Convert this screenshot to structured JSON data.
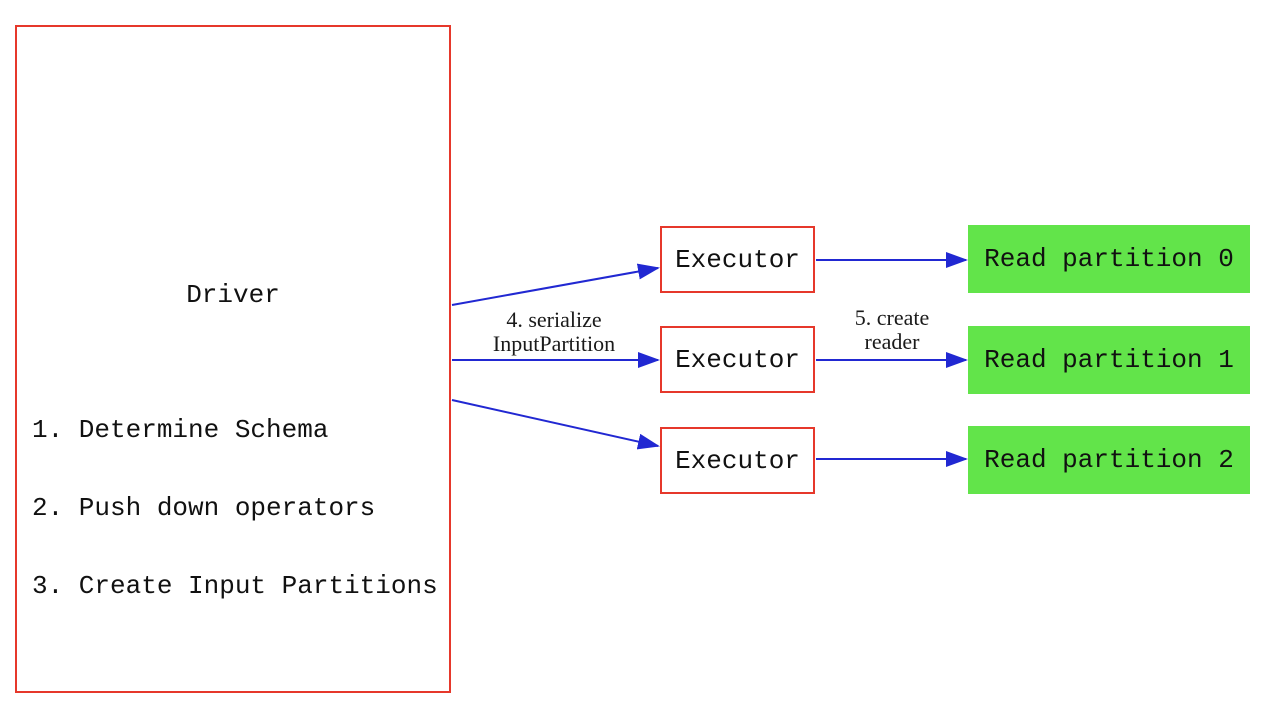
{
  "diagram": {
    "driver": {
      "title": "Driver",
      "steps": [
        "1. Determine Schema",
        "2. Push down operators",
        "3. Create Input Partitions"
      ]
    },
    "executors": [
      {
        "label": "Executor"
      },
      {
        "label": "Executor"
      },
      {
        "label": "Executor"
      }
    ],
    "partitions": [
      {
        "label": "Read partition 0"
      },
      {
        "label": "Read partition 1"
      },
      {
        "label": "Read partition 2"
      }
    ],
    "edge_labels": {
      "serialize": {
        "line1": "4. serialize",
        "line2": "InputPartition"
      },
      "create_reader": {
        "line1": "5. create",
        "line2": "reader"
      }
    },
    "colors": {
      "box_border_red": "#e6382b",
      "arrow_blue": "#2128d2",
      "partition_green": "#62e44a",
      "text_black": "#111111"
    }
  }
}
